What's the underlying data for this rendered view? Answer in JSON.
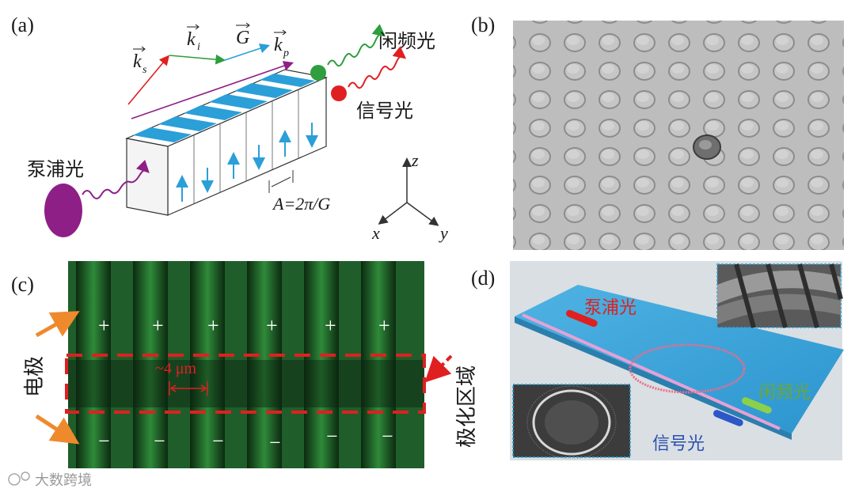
{
  "panels": {
    "a": {
      "label": "(a)",
      "pump_label": "泵浦光",
      "idler_label": "闲频光",
      "signal_label": "信号光",
      "vec_ks": "k",
      "vec_ks_sub": "s",
      "vec_ki": "k",
      "vec_ki_sub": "i",
      "vec_G": "G",
      "vec_kp": "k",
      "vec_kp_sub": "p",
      "period_formula": "A=2π/G",
      "axis_x": "x",
      "axis_y": "y",
      "axis_z": "z"
    },
    "b": {
      "label": "(b)"
    },
    "c": {
      "label": "(c)",
      "electrode_label": "电极",
      "poled_region_label": "极化区域",
      "spacing_label": "~4 μm",
      "plus_sign": "+",
      "minus_sign": "−"
    },
    "d": {
      "label": "(d)",
      "pump_label": "泵浦光",
      "idler_label": "闲频光",
      "signal_label": "信号光"
    }
  },
  "colors": {
    "pump": "#8e1f86",
    "idler": "#2e9e3e",
    "signal": "#e02020",
    "grating_blue": "#2a9fd8",
    "poling_red": "#e02020",
    "electrode_orange": "#ef8a2c",
    "chip_blue": "#3aa6dc"
  },
  "watermark": "大数跨境"
}
